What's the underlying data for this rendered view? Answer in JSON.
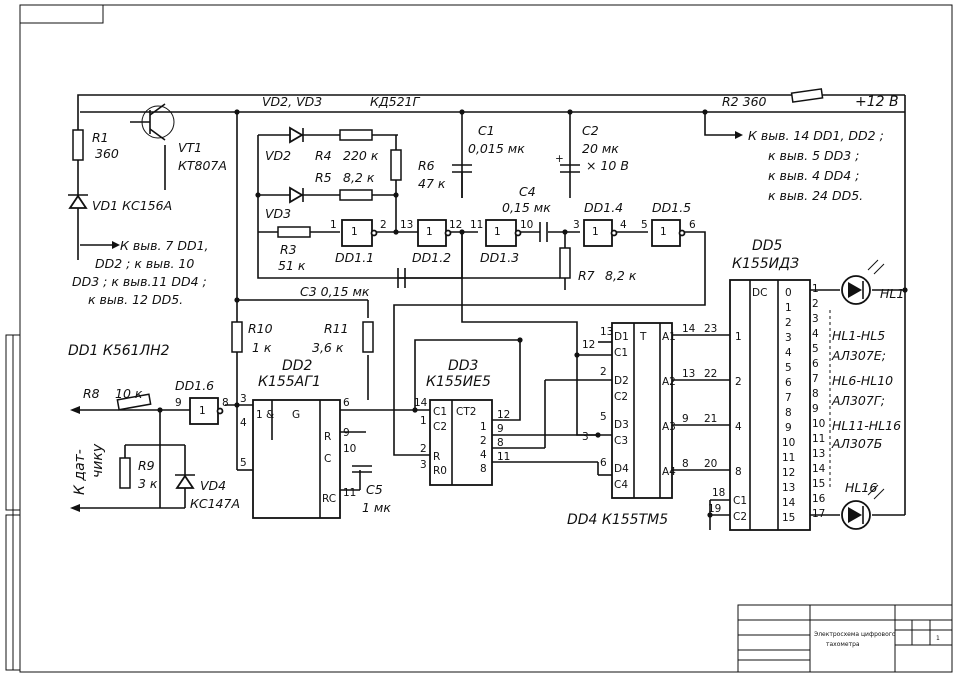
{
  "supply": {
    "label": "+12 В",
    "resistor": "R2 360"
  },
  "diodes_header": {
    "parts": "VD2, VD3",
    "type": "КД521Г"
  },
  "transistor": {
    "ref": "VT1",
    "type": "КТ807А"
  },
  "resistors": {
    "r1": {
      "ref": "R1",
      "value": "360"
    },
    "r3": {
      "ref": "R3",
      "value": "51 к"
    },
    "r4": {
      "ref": "R4",
      "value": "220 к"
    },
    "r5": {
      "ref": "R5",
      "value": "8,2 к"
    },
    "r6": {
      "ref": "R6",
      "value": "47 к"
    },
    "r7": {
      "ref": "R7",
      "value": "8,2 к"
    },
    "r8": {
      "ref": "R8",
      "value": "10 к"
    },
    "r9": {
      "ref": "R9",
      "value": "3 к"
    },
    "r10": {
      "ref": "R10",
      "value": "1 к"
    },
    "r11": {
      "ref": "R11",
      "value": "3,6 к"
    }
  },
  "capacitors": {
    "c1": {
      "ref": "C1",
      "value": "0,015 мк"
    },
    "c2": {
      "ref": "C2",
      "value": "20 мк",
      "voltage": "× 10 В"
    },
    "c3": {
      "value": "C3 0,15 мк"
    },
    "c4": {
      "ref": "C4",
      "value": "0,15 мк"
    },
    "c5": {
      "ref": "C5",
      "value": "1 мк"
    }
  },
  "zeners": {
    "vd1": {
      "label": "VD1 КС156А"
    },
    "vd4": {
      "ref": "VD4",
      "type": "КС147А"
    }
  },
  "diode_refs": {
    "vd2": "VD2",
    "vd3": "VD3"
  },
  "notes": {
    "left": [
      "К выв. 7 DD1,",
      "DD2 ; к выв. 10",
      "DD3 ; к выв.11 DD4 ;",
      "к выв. 12 DD5."
    ],
    "right": [
      "К выв. 14 DD1, DD2 ;",
      "к выв. 5 DD3 ;",
      "к выв. 4 DD4 ;",
      "к выв. 24 DD5."
    ]
  },
  "dd1_label": "DD1   К561ЛН2",
  "sensor": {
    "line1": "К дат-",
    "line2": "чику"
  },
  "gates": {
    "g11": "DD1.1",
    "g12": "DD1.2",
    "g13": "DD1.3",
    "g14": "DD1.4",
    "g15": "DD1.5",
    "g16": "DD1.6",
    "inv": "1"
  },
  "dd2": {
    "ref": "DD2",
    "type": "К155АГ1",
    "and": "1 &",
    "g": "G",
    "r": "R",
    "c": "C",
    "rc": "RC"
  },
  "dd3": {
    "ref": "DD3",
    "type": "К155ИЕ5",
    "c1": "C1",
    "c2": "C2",
    "ct2": "CT2",
    "r": "R",
    "r0": "R0"
  },
  "dd4": {
    "label": "DD4  К155ТМ5",
    "t": "T",
    "d_pins": [
      "D1",
      "C1",
      "D2",
      "C2",
      "D3",
      "C3",
      "D4",
      "C4"
    ],
    "a_pins": [
      "A1",
      "A2",
      "A3",
      "A4"
    ]
  },
  "dd5": {
    "ref": "DD5",
    "type": "К155ИДЗ",
    "dc": "DC",
    "weights": [
      "1",
      "2",
      "4",
      "8"
    ],
    "outputs": [
      "0",
      "1",
      "2",
      "3",
      "4",
      "5",
      "6",
      "7",
      "8",
      "9",
      "10",
      "11",
      "12",
      "13",
      "14",
      "15"
    ],
    "out_pins": [
      "1",
      "2",
      "3",
      "4",
      "5",
      "6",
      "7",
      "8",
      "9",
      "10",
      "11",
      "13",
      "14",
      "15",
      "16",
      "17"
    ],
    "c1": "C1",
    "c2": "C2"
  },
  "leds": {
    "hl1": "HL1",
    "hl16": "HL16",
    "g1": "HL1-HL5",
    "t1": "АЛ307Е;",
    "g2": "HL6-HL10",
    "t2": "АЛ307Г;",
    "g3": "HL11-HL16",
    "t3": "АЛ307Б"
  },
  "pins": {
    "p1": "1",
    "p2": "2",
    "p3": "3",
    "p4": "4",
    "p5": "5",
    "p6": "6",
    "p8": "8",
    "p9": "9",
    "p10": "10",
    "p11": "11",
    "p12": "12",
    "p13": "13",
    "p14": "14",
    "p18": "18",
    "p19": "19",
    "p20": "20",
    "p21": "21",
    "p22": "22",
    "p23": "23"
  },
  "title_block": {
    "title": "Электросхема цифрового",
    "subtitle": "тахометра",
    "sheets": "1"
  }
}
